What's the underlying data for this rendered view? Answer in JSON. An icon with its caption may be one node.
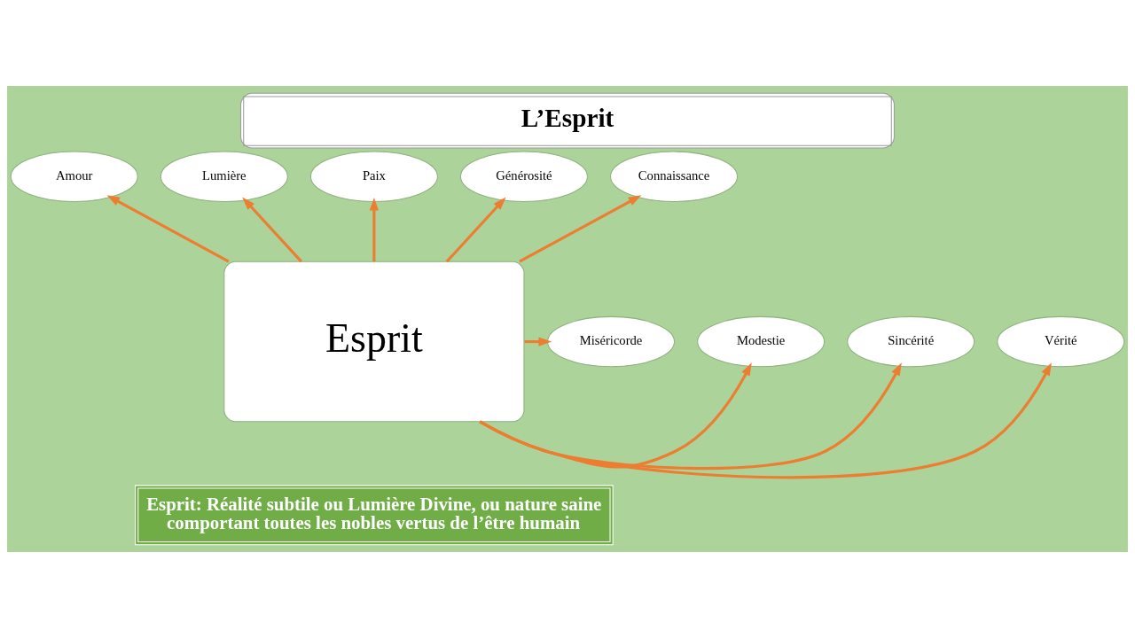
{
  "diagram": {
    "title": "L’Esprit",
    "caption": "Esprit: Réalité subtile ou Lumière Divine, ou nature saine comportant toutes les nobles vertus de l’être humain",
    "nodes": [
      {
        "text": [
          "Amour"
        ]
      },
      {
        "text": [
          "Lumière"
        ]
      },
      {
        "text": [
          "Paix"
        ]
      },
      {
        "text": [
          "Générosité"
        ]
      },
      {
        "text": [
          "Connaissance"
        ]
      },
      {
        "text": [
          "Vérité"
        ]
      },
      {
        "text": [
          "Modestie"
        ]
      },
      {
        "text": [
          "Esprit"
        ]
      },
      {
        "text": [
          "Sincérité"
        ]
      },
      {
        "text": [
          "Miséricorde"
        ]
      }
    ],
    "edges": [
      {
        "from": 7,
        "to": 0,
        "arrow": "to"
      },
      {
        "from": 7,
        "to": 1,
        "arrow": "to"
      },
      {
        "from": 7,
        "to": 2,
        "arrow": "to"
      },
      {
        "from": 7,
        "to": 3,
        "arrow": "to"
      },
      {
        "from": 7,
        "to": 4,
        "arrow": "to"
      },
      {
        "from": 7,
        "to": 5,
        "arrow": "to"
      },
      {
        "from": 7,
        "to": 6,
        "arrow": "to"
      },
      {
        "from": 7,
        "to": 8,
        "arrow": "to"
      },
      {
        "from": 7,
        "to": 9,
        "arrow": "to"
      }
    ]
  }
}
